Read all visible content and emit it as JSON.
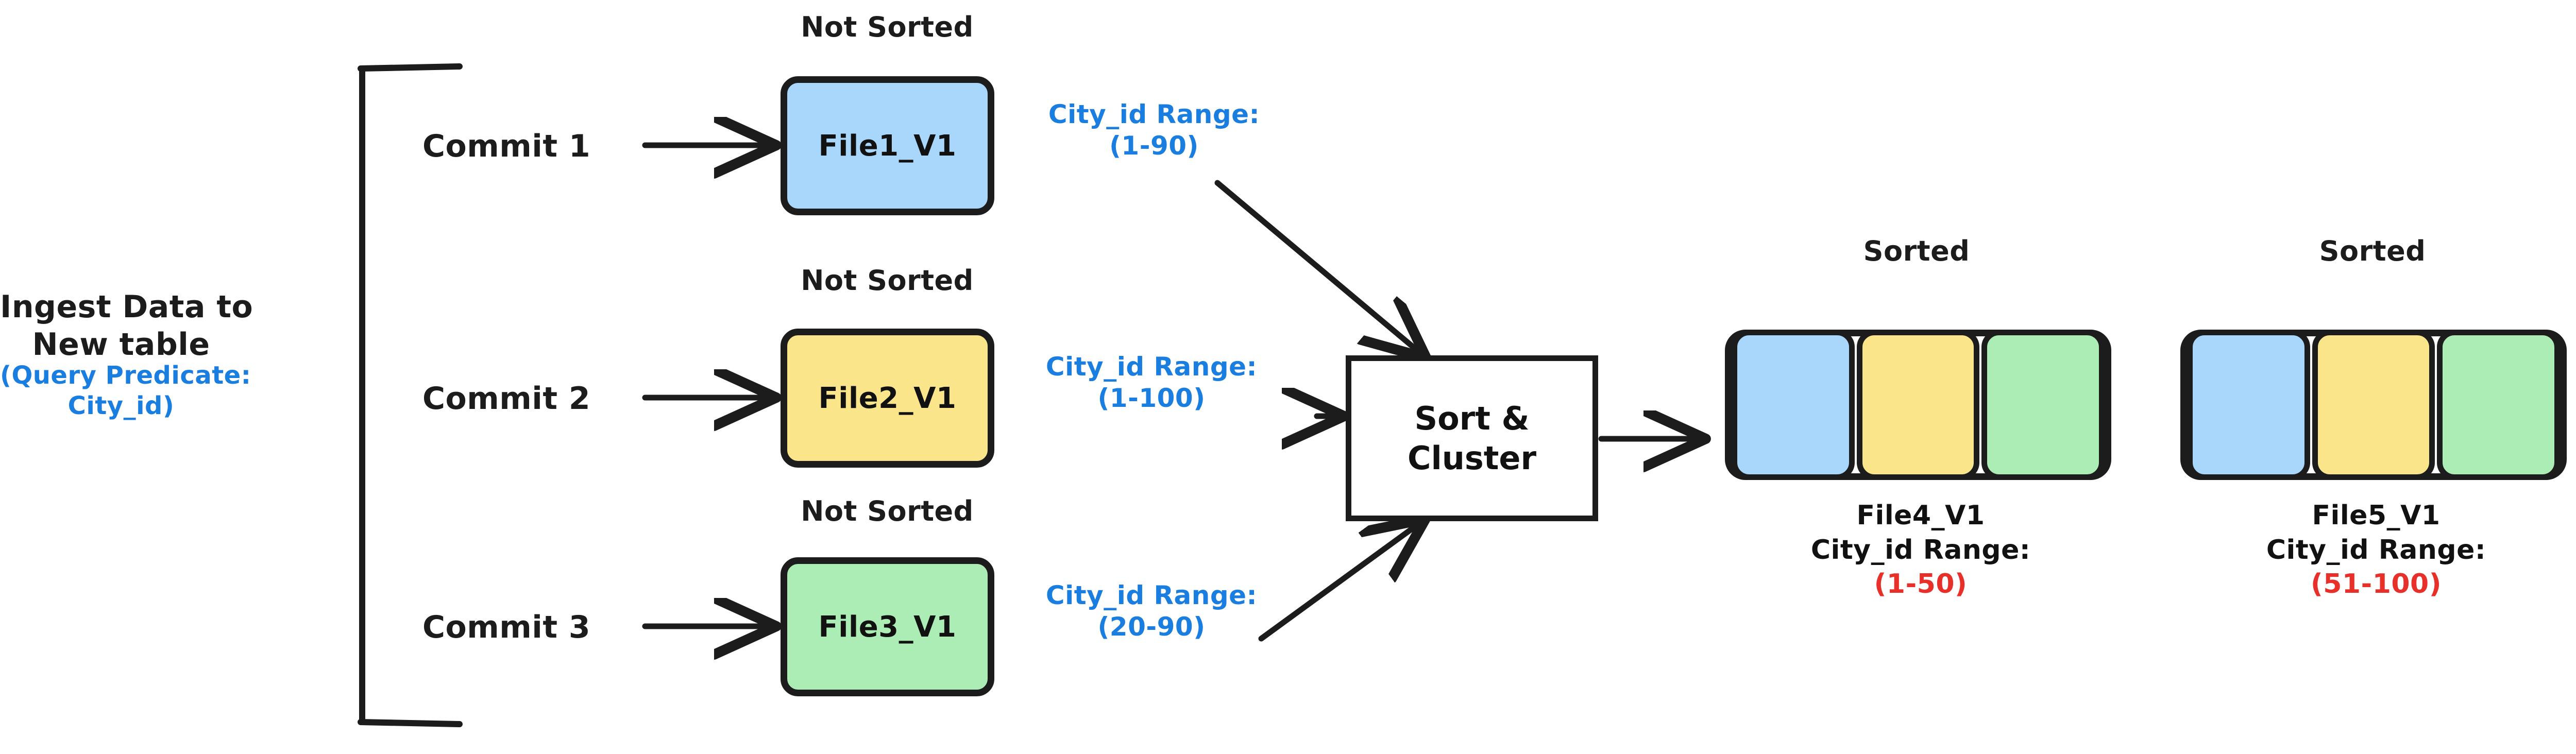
{
  "diagram": {
    "title_left": {
      "line1": "Ingest Data to",
      "line2": "New table",
      "predicate_line1": "(Query Predicate:",
      "predicate_line2": "City_id)"
    },
    "commits": [
      {
        "label": "Commit 1",
        "sorted_caption": "Not Sorted",
        "file_name": "File1_V1",
        "fill": "#a9d7fc",
        "range_label": "City_id Range:",
        "range_value": "(1-90)"
      },
      {
        "label": "Commit 2",
        "sorted_caption": "Not Sorted",
        "file_name": "File2_V1",
        "fill": "#fbe58b",
        "range_label": "City_id Range:",
        "range_value": "(1-100)"
      },
      {
        "label": "Commit 3",
        "sorted_caption": "Not Sorted",
        "file_name": "File3_V1",
        "fill": "#acecb5",
        "range_label": "City_id Range:",
        "range_value": "(20-90)"
      }
    ],
    "processor": {
      "line1": "Sort &",
      "line2": "Cluster"
    },
    "outputs": [
      {
        "sorted_caption": "Sorted",
        "file_name": "File4_V1",
        "range_label": "City_id Range:",
        "range_value": "(1-50)",
        "segment_fills": [
          "#a9d7fc",
          "#fbe58b",
          "#acecb5"
        ]
      },
      {
        "sorted_caption": "Sorted",
        "file_name": "File5_V1",
        "range_label": "City_id Range:",
        "range_value": "(51-100)",
        "segment_fills": [
          "#a9d7fc",
          "#fbe58b",
          "#acecb5"
        ]
      }
    ],
    "colors": {
      "stroke": "#1c1c1c",
      "blue_text": "#1a7ee0",
      "red_text": "#e8302a",
      "blue_fill": "#a9d7fc",
      "yellow_fill": "#fbe58b",
      "green_fill": "#acecb5",
      "background": "#ffffff"
    }
  }
}
